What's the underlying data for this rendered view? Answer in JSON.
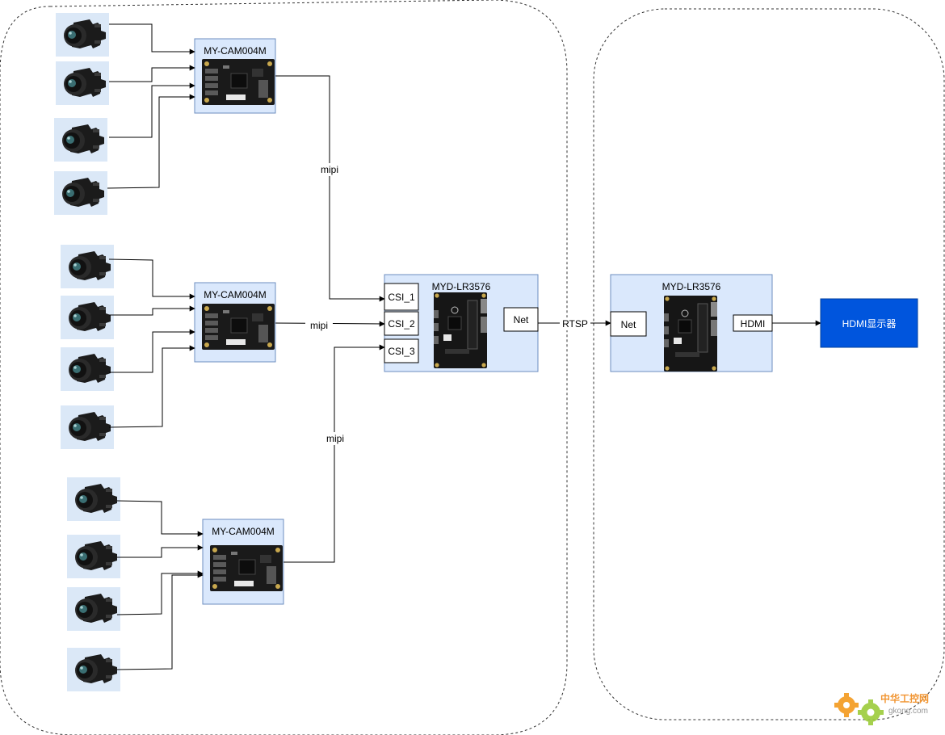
{
  "cam_boards": [
    {
      "title": "MY-CAM004M"
    },
    {
      "title": "MY-CAM004M"
    },
    {
      "title": "MY-CAM004M"
    }
  ],
  "main_board": {
    "title": "MYD-LR3576",
    "ports": [
      "CSI_1",
      "CSI_2",
      "CSI_3"
    ],
    "net_label": "Net"
  },
  "link_labels": {
    "mipi_1": "mipi",
    "mipi_2": "mipi",
    "mipi_3": "mipi",
    "rtsp": "RTSP"
  },
  "remote_board": {
    "title": "MYD-LR3576",
    "net_label": "Net",
    "hdmi_label": "HDMI"
  },
  "display": {
    "label": "HDMI显示器",
    "color": "#0055dd"
  },
  "colors": {
    "board_fill": "#dae8fc",
    "board_stroke": "#6c8ebf",
    "line": "#000000"
  },
  "watermark": {
    "brand": "中华工控网",
    "domain": "gkong.com"
  }
}
